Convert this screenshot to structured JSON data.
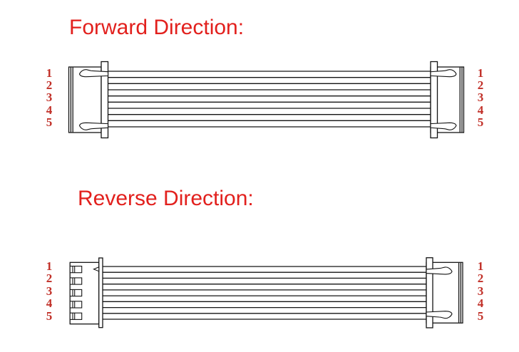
{
  "colors": {
    "background": "#ffffff",
    "heading_red": "#e2201d",
    "pin_number_red": "#c13028",
    "line_color": "#141414"
  },
  "forward": {
    "title": "Forward Direction:",
    "left_pins": [
      "1",
      "2",
      "3",
      "4",
      "5"
    ],
    "right_pins": [
      "1",
      "2",
      "3",
      "4",
      "5"
    ]
  },
  "reverse": {
    "title": "Reverse Direction:",
    "left_pins": [
      "1",
      "2",
      "3",
      "4",
      "5"
    ],
    "right_pins": [
      "1",
      "2",
      "3",
      "4",
      "5"
    ]
  },
  "figure": {
    "type": "cable-wiring-diagram",
    "pins_per_connector": 5,
    "wire_outline_lines_per_cable": 10,
    "forward_cable": "receptacle connector both ends, pin 1 to pin 1",
    "reverse_cable": "plug header on left end, receptacle on right end"
  }
}
